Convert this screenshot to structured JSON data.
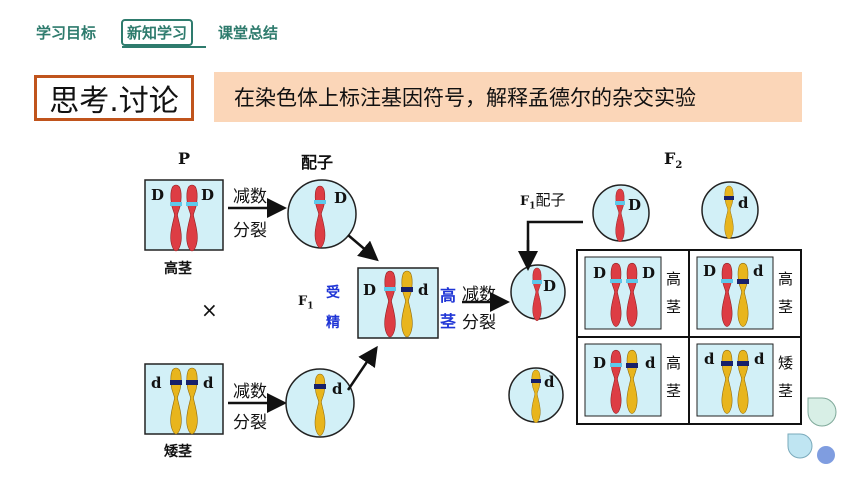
{
  "nav": {
    "tab1": "学习目标",
    "tab2": "新知学习",
    "tab3": "课堂总结"
  },
  "think_title": "思考.讨论",
  "banner_text": "在染色体上标注基因符号，解释孟德尔的杂交实验",
  "labels": {
    "p": "P",
    "gametes": "配子",
    "f2": "F",
    "f2_sub": "2",
    "f1": "F",
    "f1_sub": "1",
    "f1_gametes_f": "F",
    "f1_gametes_sub": "1",
    "f1_gametes_word": "配子",
    "tall": "高茎",
    "dwarf": "矮茎",
    "cross": "×",
    "meiosis1": "减数",
    "meiosis2": "分裂",
    "fert1": "受",
    "fert2": "精",
    "f1_gao": "高",
    "f1_jing": "茎",
    "cell_tall_top": "高",
    "cell_tall_bottom": "茎",
    "cell_dwarf_top": "矮",
    "cell_dwarf_bottom": "茎"
  },
  "alleles": {
    "dominant": "D",
    "recessive": "d"
  },
  "colors": {
    "nav": "#2e7b6d",
    "think_border": "#c0541c",
    "banner_bg": "#fbd6b8",
    "cell_bg": "#d2f0f7",
    "chrom_red": "#dd3d44",
    "chrom_yellow": "#e8b51d",
    "band_dominant": "#5ec8ea",
    "band_recessive": "#18206a",
    "blue_text": "#1f35d6"
  }
}
